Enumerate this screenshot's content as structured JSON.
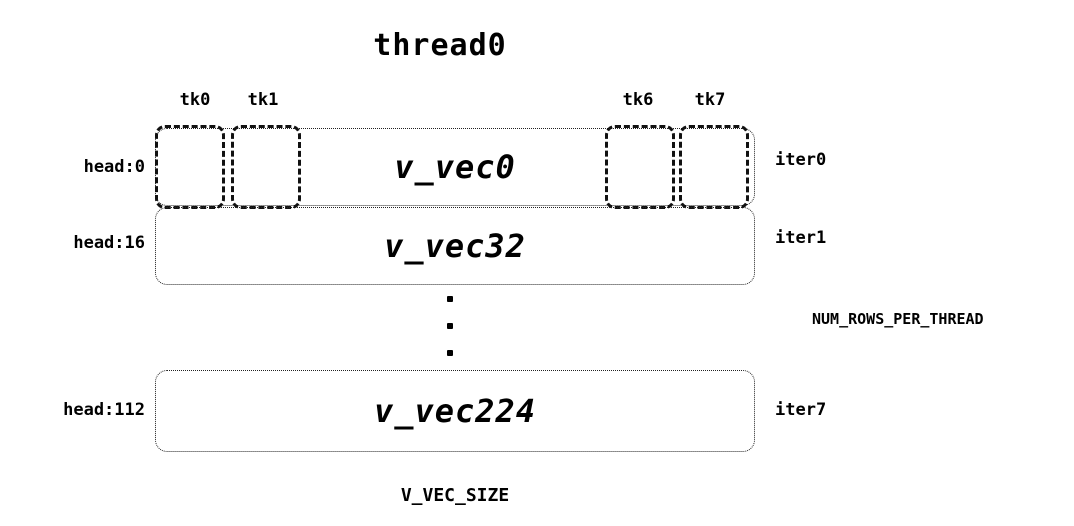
{
  "diagram": {
    "title": "thread0",
    "tk_labels": {
      "tk0": "tk0",
      "tk1": "tk1",
      "tk6": "tk6",
      "tk7": "tk7"
    },
    "rows": [
      {
        "head": "head:0",
        "vec": "v_vec0",
        "iter": "iter0"
      },
      {
        "head": "head:16",
        "vec": "v_vec32",
        "iter": "iter1"
      },
      {
        "head": "head:112",
        "vec": "v_vec224",
        "iter": "iter7"
      }
    ],
    "right_label": "NUM_ROWS_PER_THREAD",
    "bottom_label": "V_VEC_SIZE",
    "colors": {
      "background": "#ffffff",
      "line": "#000000",
      "text": "#000000"
    }
  }
}
